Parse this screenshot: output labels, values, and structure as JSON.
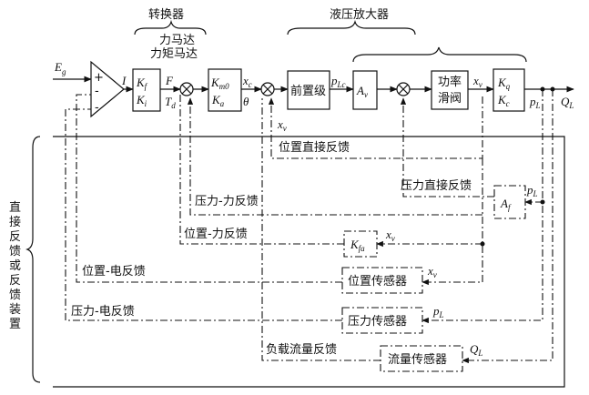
{
  "labels": {
    "converter": "转换器",
    "torque_motor": "力马达",
    "torque_motor2": "力矩马达",
    "amplifier": "液压放大器",
    "preamp": "前置级",
    "power_valve_1": "功率",
    "power_valve_2": "滑阀",
    "pos_direct_fb": "位置直接反馈",
    "press_force_fb": "压力-力反馈",
    "press_direct_fb": "压力直接反馈",
    "pos_force_fb": "位置-力反馈",
    "pos_elec_fb": "位置-电反馈",
    "pos_sensor": "位置传感器",
    "press_elec_fb": "压力-电反馈",
    "press_sensor": "压力传感器",
    "load_flow_fb": "负载流量反馈",
    "flow_sensor": "流量传感器",
    "side_label": [
      "直",
      "接",
      "反",
      "馈",
      "或",
      "反",
      "馈",
      "装",
      "置"
    ]
  },
  "symbols": {
    "Eg": "E",
    "Eg_sub": "g",
    "I": "I",
    "Kf": "K",
    "Kf_sub": "f",
    "Ki": "K",
    "Ki_sub": "i",
    "F": "F",
    "Td": "T",
    "Td_sub": "d",
    "Km0": "K",
    "Km0_sub": "m0",
    "Ka": "K",
    "Ka_sub": "a",
    "xc": "x",
    "xc_sub": "c",
    "theta": "θ",
    "pLc": "p",
    "pLc_sub": "Lc",
    "Av": "A",
    "Av_sub": "v",
    "xv": "x",
    "xv_sub": "v",
    "Kq": "K",
    "Kq_sub": "q",
    "Kc": "K",
    "Kc_sub": "c",
    "pL": "p",
    "pL_sub": "L",
    "QL": "Q",
    "QL_sub": "L",
    "Af": "A",
    "Af_sub": "f",
    "Kfa": "K",
    "Kfa_sub": "fa",
    "plus": "+",
    "minus": "-"
  }
}
